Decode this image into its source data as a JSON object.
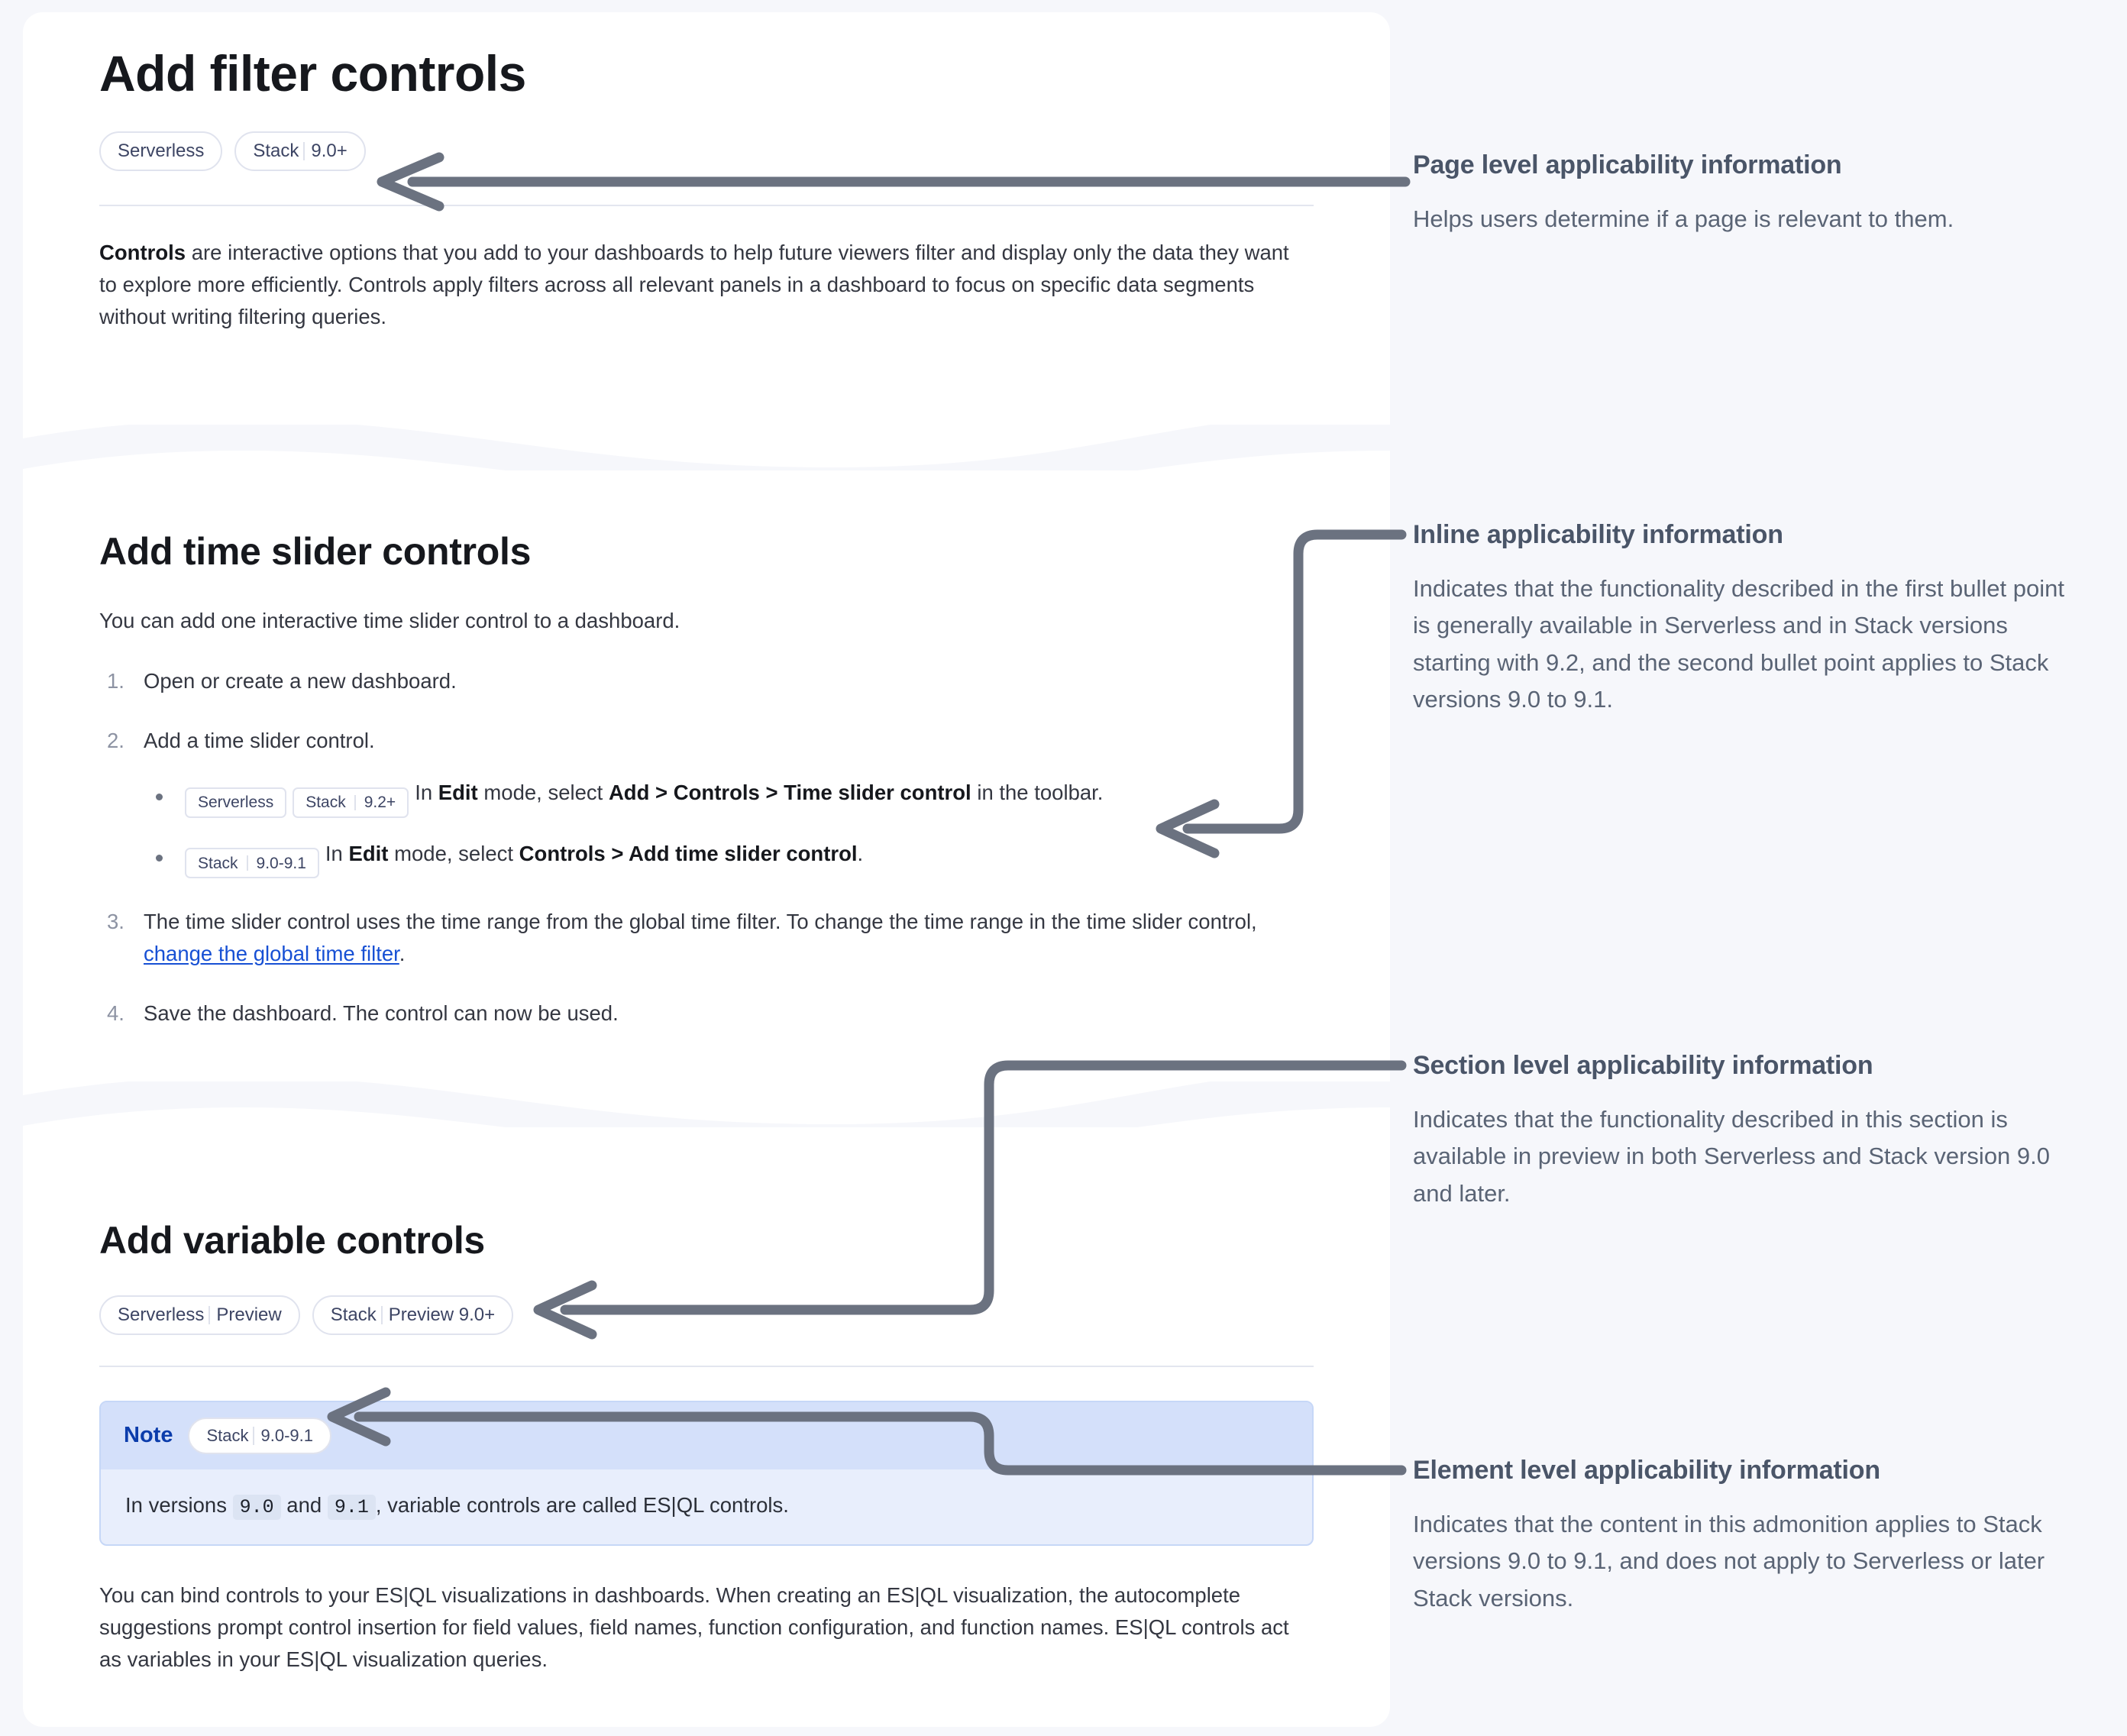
{
  "document": {
    "title": "Add filter controls",
    "page_badges": [
      {
        "segments": [
          "Serverless"
        ]
      },
      {
        "segments": [
          "Stack",
          "9.0+"
        ]
      }
    ],
    "intro": {
      "lead": "Controls",
      "rest": " are interactive options that you add to your dashboards to help future viewers filter and display only the data they want to explore more efficiently. Controls apply filters across all relevant panels in a dashboard to focus on specific data segments without writing filtering queries."
    },
    "section_time_slider": {
      "heading": "Add time slider controls",
      "intro": "You can add one interactive time slider control to a dashboard.",
      "steps": [
        {
          "text": "Open or create a new dashboard."
        },
        {
          "text": "Add a time slider control.",
          "subs": [
            {
              "badges": [
                {
                  "segments": [
                    "Serverless"
                  ]
                },
                {
                  "segments": [
                    "Stack",
                    "9.2+"
                  ]
                }
              ],
              "prefix": "In ",
              "b1": "Edit",
              "mid1": " mode, select ",
              "b2": "Add",
              "sep1": " > ",
              "b3": "Controls",
              "sep2": " > ",
              "b4": "Time slider control",
              "suffix": " in the toolbar."
            },
            {
              "badges": [
                {
                  "segments": [
                    "Stack",
                    "9.0-9.1"
                  ]
                }
              ],
              "prefix": "In ",
              "b1": "Edit",
              "mid1": " mode, select ",
              "b2": "Controls",
              "sep1": " > ",
              "b3": "Add time slider control",
              "suffix": "."
            }
          ]
        },
        {
          "text_before_link": "The time slider control uses the time range from the global time filter. To change the time range in the time slider control, ",
          "link": "change the global time filter",
          "text_after_link": "."
        },
        {
          "text": "Save the dashboard. The control can now be used."
        }
      ]
    },
    "section_variable": {
      "heading": "Add variable controls",
      "badges": [
        {
          "segments": [
            "Serverless",
            "Preview"
          ]
        },
        {
          "segments": [
            "Stack",
            "Preview 9.0+"
          ]
        }
      ],
      "note": {
        "label": "Note",
        "badge": {
          "segments": [
            "Stack",
            "9.0-9.1"
          ]
        },
        "body_prefix": "In versions ",
        "code1": "9.0",
        "body_mid": " and ",
        "code2": "9.1",
        "body_suffix": ", variable controls are called ES|QL controls."
      },
      "closing": "You can bind controls to your ES|QL visualizations in dashboards. When creating an ES|QL visualization, the autocomplete suggestions prompt control insertion for field values, field names, function configuration, and function names. ES|QL controls act as variables in your ES|QL visualization queries."
    }
  },
  "annotations": [
    {
      "title": "Page level applicability information",
      "body": "Helps users determine if a page is relevant to them."
    },
    {
      "title": "Inline applicability information",
      "body": "Indicates that the functionality described in the first bullet point is generally available in Serverless and in Stack versions starting with 9.2, and the second bullet point applies to Stack versions 9.0 to 9.1."
    },
    {
      "title": "Section level applicability information",
      "body": "Indicates that the functionality described in this section is available in preview in both Serverless and Stack version 9.0 and later."
    },
    {
      "title": "Element level applicability information",
      "body": "Indicates that the content in this admonition applies to Stack versions 9.0 to 9.1, and does not apply to Serverless or later Stack versions."
    }
  ],
  "colors": {
    "page_background": "#f6f7fb",
    "panel": "#ffffff",
    "connector": "#6b7280",
    "link": "#1750d4",
    "note_header": "#d4e0fa",
    "note_body": "#e8eefc",
    "note_title": "#0b3cab",
    "annotation_title": "#4a5568",
    "annotation_body": "#5a6475"
  }
}
